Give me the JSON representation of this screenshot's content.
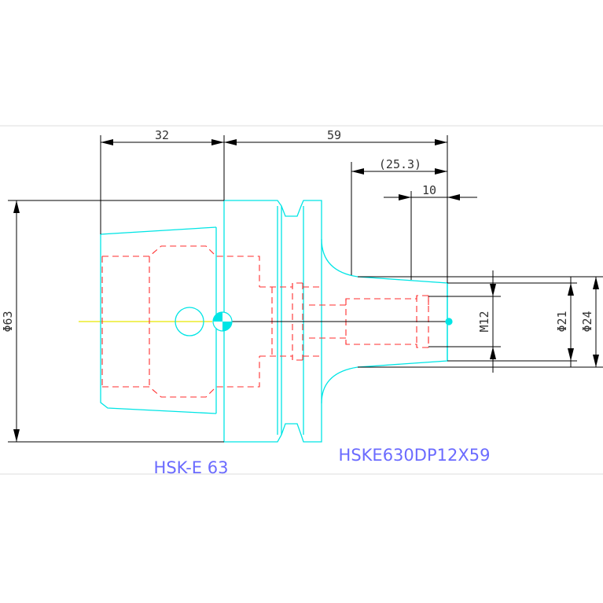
{
  "colors": {
    "background": "#ffffff",
    "frame": "#dcdcdc",
    "outline": "#00e5e5",
    "hidden": "#ff2d2d",
    "dimension": "#000000",
    "text": "#333333",
    "label": "#6b6bff",
    "centerline": "#e8e800"
  },
  "dimensions": {
    "flange_length": "32",
    "overall_length": "59",
    "bore_depth": "(25.3)",
    "nose_length": "10",
    "flange_diameter": "Φ63",
    "thread": "M12",
    "nose_diameter": "Φ21",
    "outer_diameter": "Φ24"
  },
  "labels": {
    "interface": "HSK-E 63",
    "part_number": "HSKE630DP12X59"
  }
}
